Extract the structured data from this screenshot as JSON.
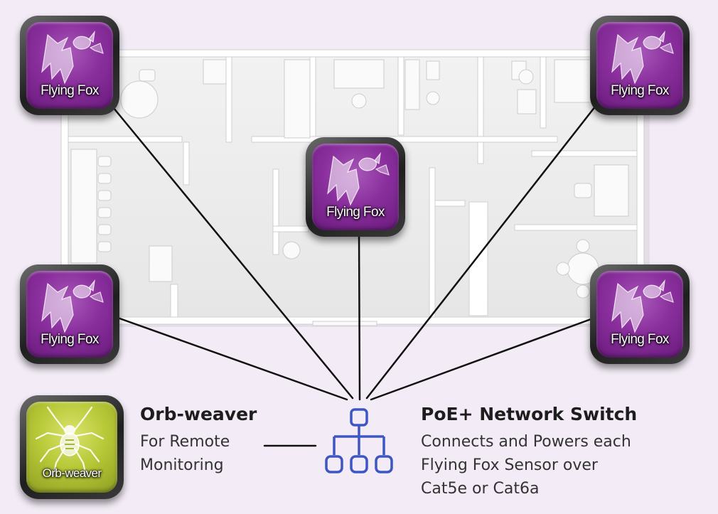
{
  "colors": {
    "background": "#f3ecf6",
    "sensor_purple": "#8a2f9d",
    "orbweaver_green": "#b8c938",
    "switch_blue": "#3d56c4",
    "connection_line": "#111111"
  },
  "sensors": [
    {
      "label": "Flying Fox",
      "icon": "bat-icon"
    },
    {
      "label": "Flying Fox",
      "icon": "bat-icon"
    },
    {
      "label": "Flying Fox",
      "icon": "bat-icon"
    },
    {
      "label": "Flying Fox",
      "icon": "bat-icon"
    },
    {
      "label": "Flying Fox",
      "icon": "bat-icon"
    }
  ],
  "orbweaver": {
    "icon_label": "Orb-weaver",
    "icon": "spider-icon",
    "title": "Orb-weaver",
    "line1": "For Remote",
    "line2": "Monitoring"
  },
  "network_switch": {
    "icon": "network-switch-icon",
    "title": "PoE+ Network Switch",
    "line1": "Connects and Powers each",
    "line2": "Flying Fox Sensor over",
    "line3": "Cat5e or Cat6a"
  }
}
